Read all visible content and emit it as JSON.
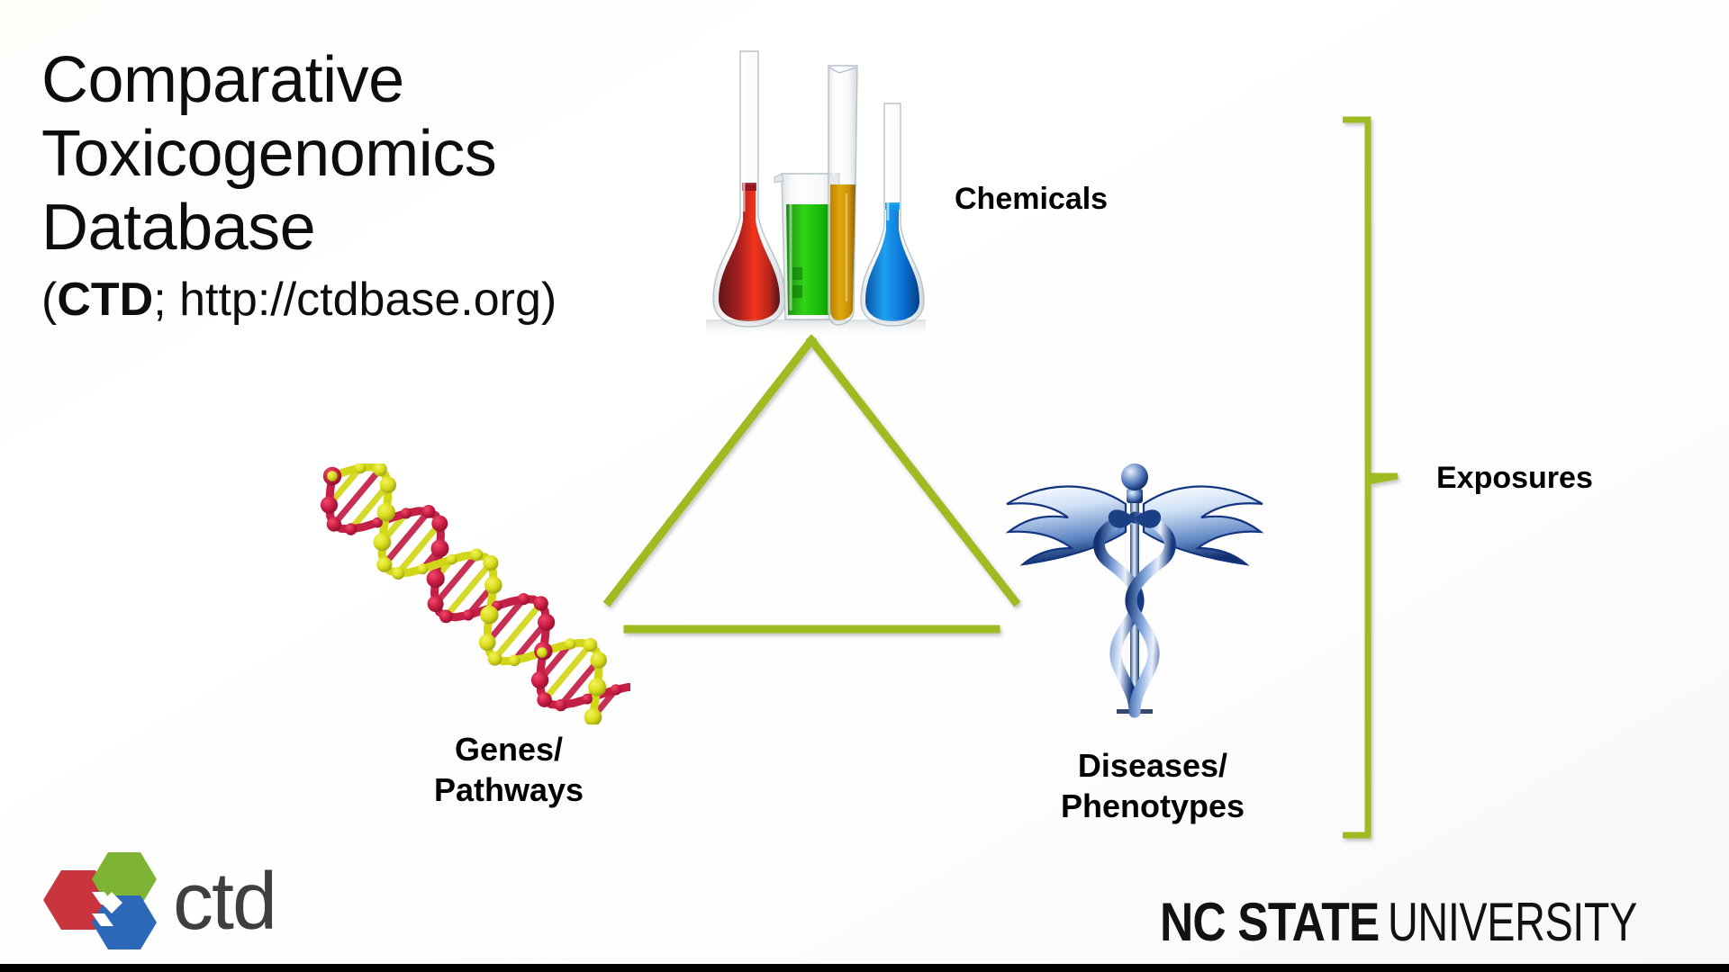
{
  "slide": {
    "background_color": "#fdfdfb",
    "accent_green": "#9EBB22",
    "bottom_bar_color": "#000000"
  },
  "title": {
    "line1": "Comparative",
    "line2": "Toxicogenomics",
    "line3": "Database",
    "subtitle_open_paren": "(",
    "subtitle_acronym": "CTD",
    "subtitle_rest": "; http://ctdbase.org)"
  },
  "nodes": {
    "chemicals": {
      "label": "Chemicals",
      "icon": "laboratory-glassware-icon"
    },
    "genes": {
      "label_line1": "Genes/",
      "label_line2": "Pathways",
      "icon": "dna-double-helix-icon"
    },
    "diseases": {
      "label_line1": "Diseases/",
      "label_line2": "Phenotypes",
      "icon": "caduceus-icon"
    },
    "exposures": {
      "label": "Exposures",
      "icon": "bracket-icon"
    }
  },
  "glassware": {
    "items": [
      {
        "name": "volumetric-flask-red",
        "liquid_color": "#E81C0C"
      },
      {
        "name": "beaker-green",
        "liquid_color": "#18B000"
      },
      {
        "name": "graduated-cylinder-yellow",
        "liquid_color": "#D8A208"
      },
      {
        "name": "volumetric-flask-blue",
        "liquid_color": "#0A7BE0"
      }
    ]
  },
  "dna": {
    "strand_a_color": "#C41F45",
    "strand_b_color": "#D2D618"
  },
  "caduceus": {
    "color_dark": "#13347E",
    "color_light": "#BFD6F2"
  },
  "logos": {
    "ctd": {
      "wordmark": "ctd",
      "hex_red": "#C9343F",
      "hex_green": "#7DB434",
      "hex_blue": "#2D67B8"
    },
    "ncsu": {
      "bold_text": "NC STATE",
      "light_text": "UNIVERSITY"
    }
  }
}
